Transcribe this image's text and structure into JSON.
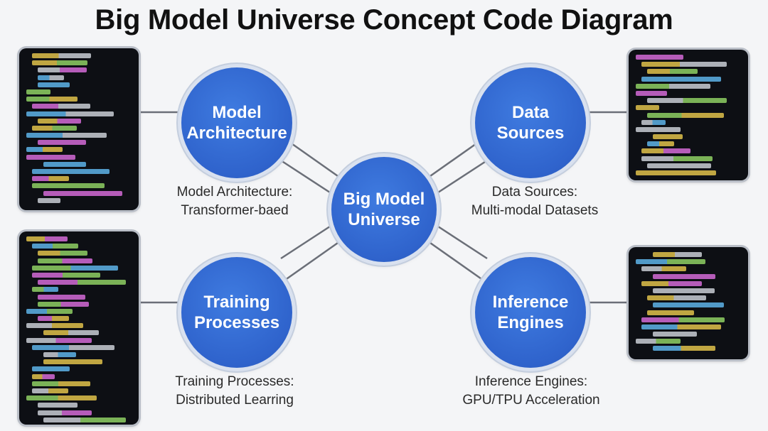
{
  "title": "Big Model Universe Concept Code Diagram",
  "center": {
    "label": "Big Model\nUniverse"
  },
  "branches": [
    {
      "id": "tl",
      "node_label": "Model\nArchitecture",
      "caption_line1": "Model Architecture:",
      "caption_line2": "Transformer-baed"
    },
    {
      "id": "tr",
      "node_label": "Data\nSources",
      "caption_line1": "Data Sources:",
      "caption_line2": "Multi-modal Datasets"
    },
    {
      "id": "bl",
      "node_label": "Training\nProcesses",
      "caption_line1": "Training Processes:",
      "caption_line2": "Distributed Learring"
    },
    {
      "id": "br",
      "node_label": "Inference\nEngines",
      "caption_line1": "Inference Engines:",
      "caption_line2": "GPU/TPU Acceleration"
    }
  ],
  "colors": {
    "node_fill": "#2f63cc",
    "connector": "#6b6f78",
    "code_bg": "#0d0f14",
    "code_syntax": [
      "#e0c14a",
      "#c8cdd4",
      "#5db3e8",
      "#d36ad6",
      "#8ecf63"
    ]
  }
}
